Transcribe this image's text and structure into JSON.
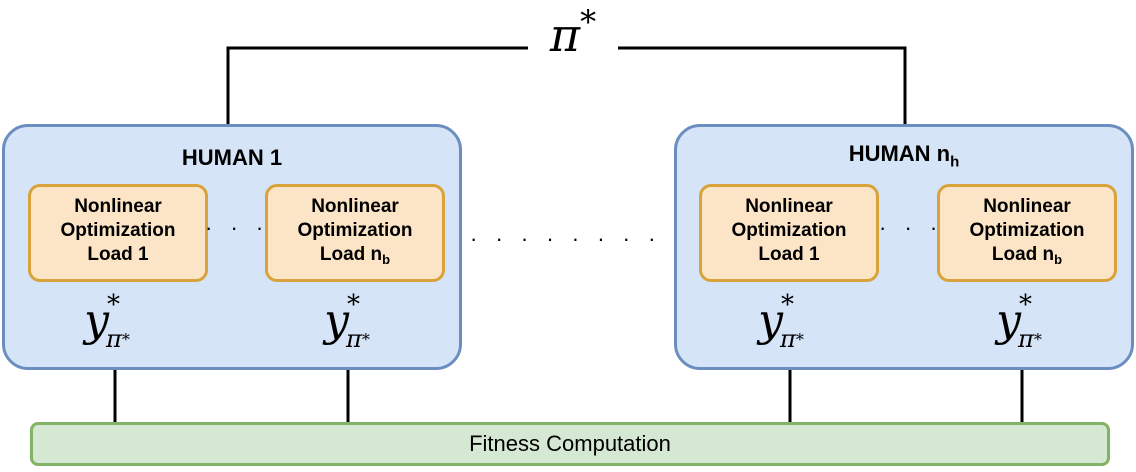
{
  "top_label": {
    "base": "π",
    "sup": "*"
  },
  "humans": [
    {
      "title": "HUMAN 1",
      "title_sub": "",
      "loads": [
        {
          "line1": "Nonlinear",
          "line2": "Optimization",
          "line3": "Load 1",
          "line3_sub": ""
        },
        {
          "line1": "Nonlinear",
          "line2": "Optimization",
          "line3": "Load n",
          "line3_sub": "b"
        }
      ]
    },
    {
      "title": "HUMAN n",
      "title_sub": "h",
      "loads": [
        {
          "line1": "Nonlinear",
          "line2": "Optimization",
          "line3": "Load 1",
          "line3_sub": ""
        },
        {
          "line1": "Nonlinear",
          "line2": "Optimization",
          "line3": "Load n",
          "line3_sub": "b"
        }
      ]
    }
  ],
  "output_symbol": {
    "base": "y",
    "sup": "*",
    "sub": "π",
    "sub_sup": "*"
  },
  "ellipsis_inner": "· · · ·",
  "ellipsis_between": "· · · · · · · · · · ·",
  "fitness_label": "Fitness Computation",
  "colors": {
    "human_fill": "#d6e4f7",
    "human_border": "#6c8ebf",
    "load_fill": "#fce5c7",
    "load_border": "#d7a33a",
    "fitness_fill": "#d5e8d4",
    "fitness_border": "#82b366"
  }
}
